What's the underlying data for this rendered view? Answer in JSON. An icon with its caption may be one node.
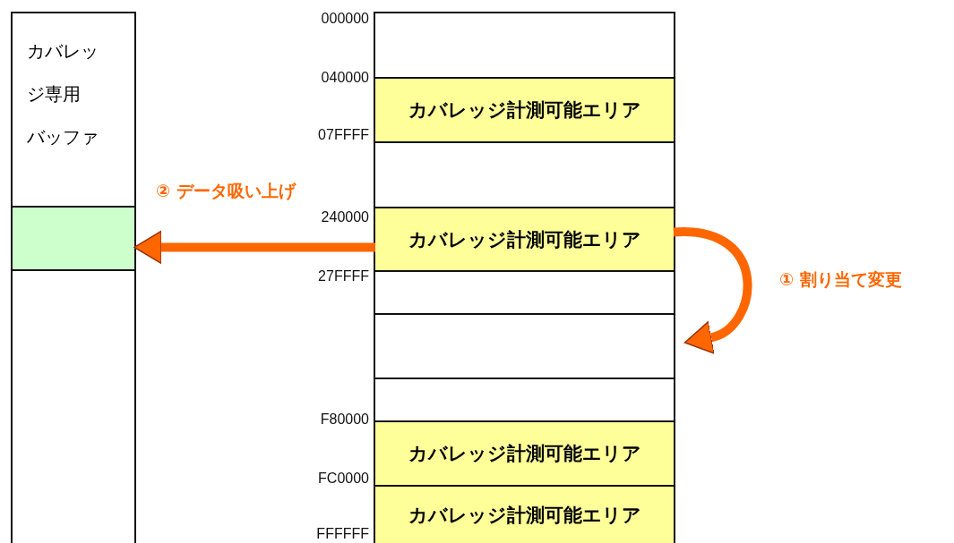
{
  "diagram": {
    "nodes": [
      {
        "text": [
          "カバレッジ専用バッファ"
        ]
      },
      {
        "text": [],
        "shape": "box",
        "in": 0
      },
      {
        "text": [],
        "shape": "box"
      },
      {
        "text": [],
        "shape": "box",
        "in": 2
      },
      {
        "text": [
          "カバレッジ計測可能エリア"
        ],
        "in": 2
      },
      {
        "text": [],
        "shape": "box",
        "in": 2
      },
      {
        "text": [
          "カバレッジ計測可能エリア"
        ],
        "in": 2
      },
      {
        "text": [],
        "shape": "box",
        "in": 2
      },
      {
        "text": [],
        "shape": "box",
        "in": 2
      },
      {
        "text": [],
        "shape": "box",
        "in": 2
      },
      {
        "text": [
          "カバレッジ計測可能エリア"
        ],
        "in": 2
      },
      {
        "text": [
          "カバレッジ計測可能エリア"
        ],
        "in": 2
      }
    ],
    "edges": [
      {
        "from": 6,
        "to": 8,
        "arrow": "to",
        "label": "① 割り当て変更"
      },
      {
        "from": 6,
        "to": 1,
        "arrow": "to",
        "label": "② データ吸い上げ"
      }
    ],
    "labels": [
      "000000",
      "040000",
      "07FFFF",
      "240000",
      "27FFFF",
      "F80000",
      "FC0000",
      "FFFFFF"
    ]
  }
}
